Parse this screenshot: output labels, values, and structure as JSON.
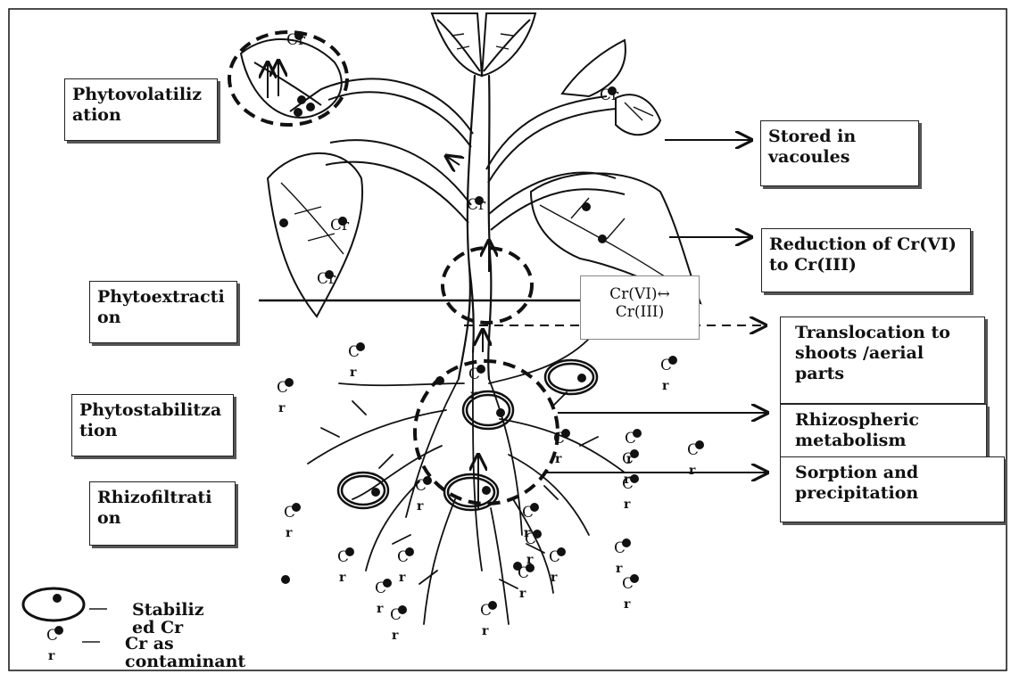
{
  "labels": {
    "phytovolatilization": "Phytovolatiliz\nation",
    "phytoextraction": "Phytoextracti\non",
    "phytostabilization": "Phytostabilitza\ntion",
    "rhizofiltration": "Rhizofiltrati\non",
    "stored": "Stored in\nvacoules",
    "reduction": "Reduction of Cr(VI)\nto Cr(III)",
    "equilibrium": "Cr(VI)↔\nCr(III)",
    "translocation": "Translocation to\nshoots /aerial\nparts",
    "rhizospheric": "Rhizospheric\nmetabolism",
    "sorption": "Sorption and\nprecipitation"
  },
  "legend": {
    "stabilized": "Stabiliz\ned Cr",
    "contaminant": "Cr as\ncontaminant"
  },
  "symbol": {
    "cr": "Cr",
    "c": "C",
    "r": "r"
  },
  "colors": {
    "ink": "#111111",
    "box_border": "#222222"
  }
}
